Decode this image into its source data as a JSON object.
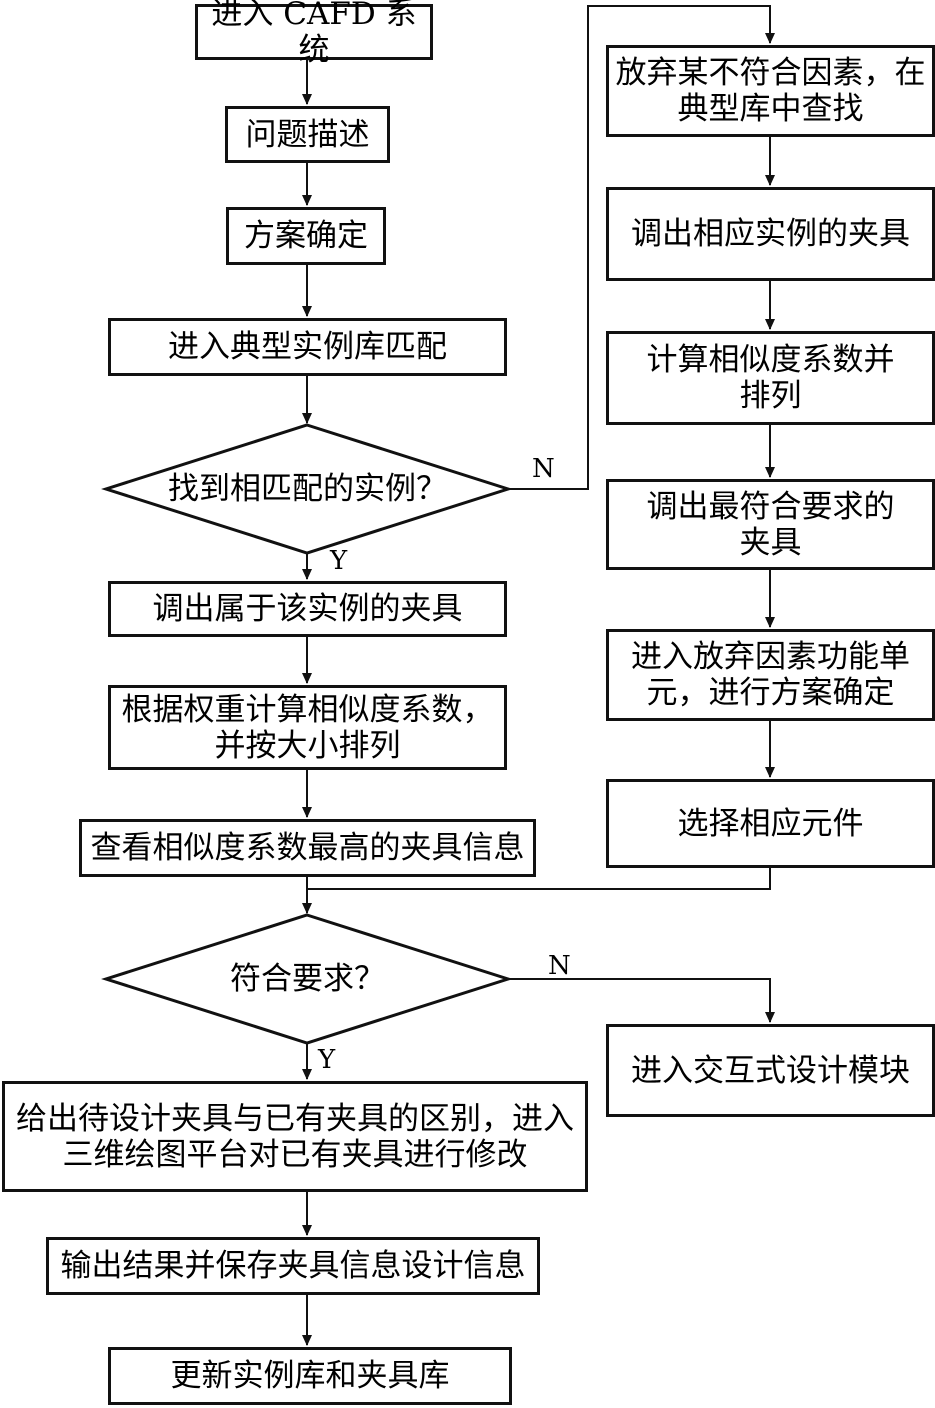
{
  "left": {
    "enter": "进入 CAFD 系统",
    "describe": "问题描述",
    "scheme": "方案确定",
    "match": "进入典型实例库匹配",
    "found_q": "找到相匹配的实例？",
    "fetch": "调出属于该实例的夹具",
    "compute": "根据权重计算相似度系数，\n并按大小排列",
    "view": "查看相似度系数最高的夹具信息",
    "ok_q": "符合要求？",
    "diff": "给出待设计夹具与已有夹具的区别，进入\n三维绘图平台对已有夹具进行修改",
    "output": "输出结果并保存夹具信息设计信息",
    "update": "更新实例库和夹具库"
  },
  "right": {
    "abandon": "放弃某不符合因素，在\n典型库中查找",
    "fetch": "调出相应实例的夹具",
    "compute": "计算相似度系数并\n排列",
    "best": "调出最符合要求的\n夹具",
    "unit": "进入放弃因素功能单\n元，进行方案确定",
    "select": "选择相应元件",
    "interactive": "进入交互式设计模块"
  },
  "labels": {
    "n1": "N",
    "y1": "Y",
    "n2": "N",
    "y2": "Y"
  }
}
